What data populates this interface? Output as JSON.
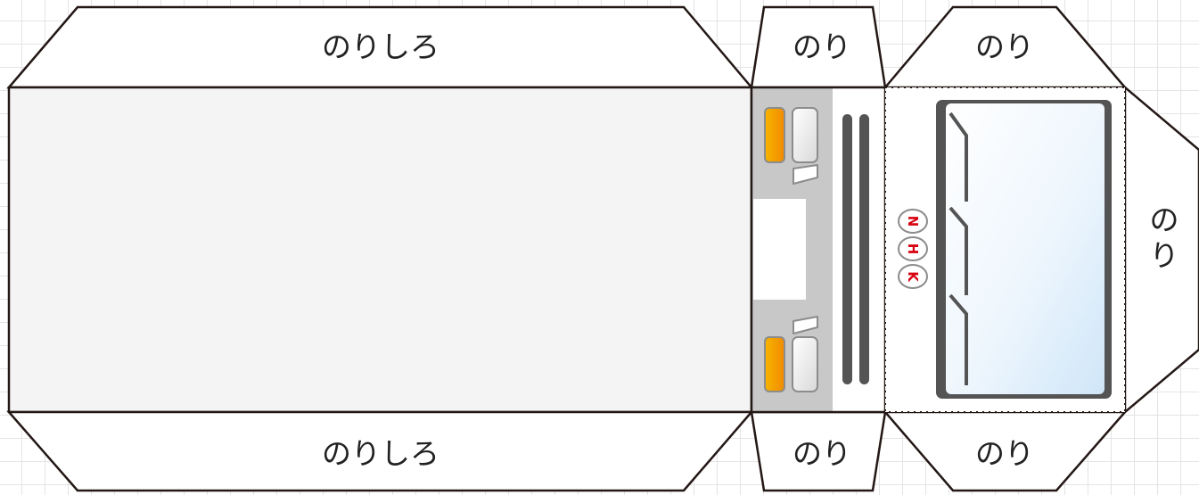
{
  "labels": {
    "glue_margin_top": "のりしろ",
    "glue_margin_bottom": "のりしろ",
    "glue_front_top": "のり",
    "glue_front_bottom": "のり",
    "glue_roof_top": "のり",
    "glue_roof_bottom": "のり",
    "glue_right_char1": "の",
    "glue_right_char2": "り"
  },
  "emblem": {
    "letters": [
      "N",
      "H",
      "K"
    ]
  },
  "colors": {
    "outline": "#231815",
    "side_panel": "#f4f4f4",
    "front_panel": "#c8c8c8",
    "headlight_orange": "#f39c00",
    "window_frame": "#545454",
    "glass_light": "#ffffff",
    "glass_blue": "#cfe6f8",
    "emblem_red": "#d7000f"
  }
}
